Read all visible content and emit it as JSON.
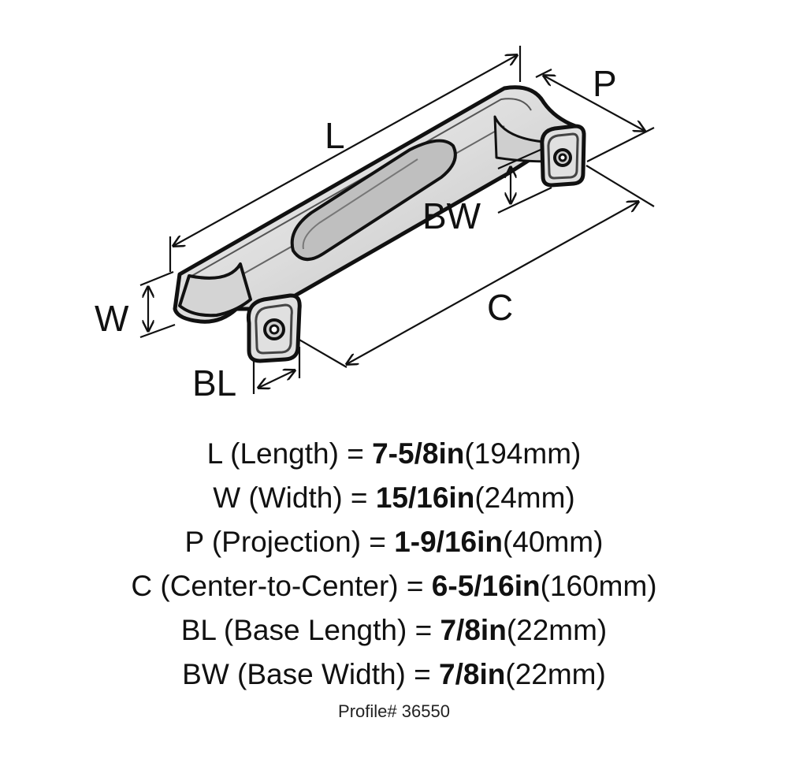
{
  "dimension_labels": {
    "L": "L",
    "P": "P",
    "W": "W",
    "BW": "BW",
    "C": "C",
    "BL": "BL"
  },
  "specs": [
    {
      "code": "L",
      "name": " (Length) = ",
      "value": "7-5/8in",
      "metric": "(194mm)"
    },
    {
      "code": "W",
      "name": " (Width) = ",
      "value": "15/16in",
      "metric": "(24mm)"
    },
    {
      "code": "P",
      "name": " (Projection) = ",
      "value": "1-9/16in",
      "metric": "(40mm)"
    },
    {
      "code": "C",
      "name": " (Center-to-Center) = ",
      "value": "6-5/16in",
      "metric": "(160mm)"
    },
    {
      "code": "BL",
      "name": " (Base Length) = ",
      "value": "7/8in",
      "metric": "(22mm)"
    },
    {
      "code": "BW",
      "name": " (Base Width) = ",
      "value": "7/8in",
      "metric": "(22mm)"
    }
  ],
  "profile": "Profile# 36550",
  "colors": {
    "line": "#111111",
    "metal": "#e6e6e6",
    "shadow": "#9a9a9a",
    "background": "#ffffff"
  }
}
